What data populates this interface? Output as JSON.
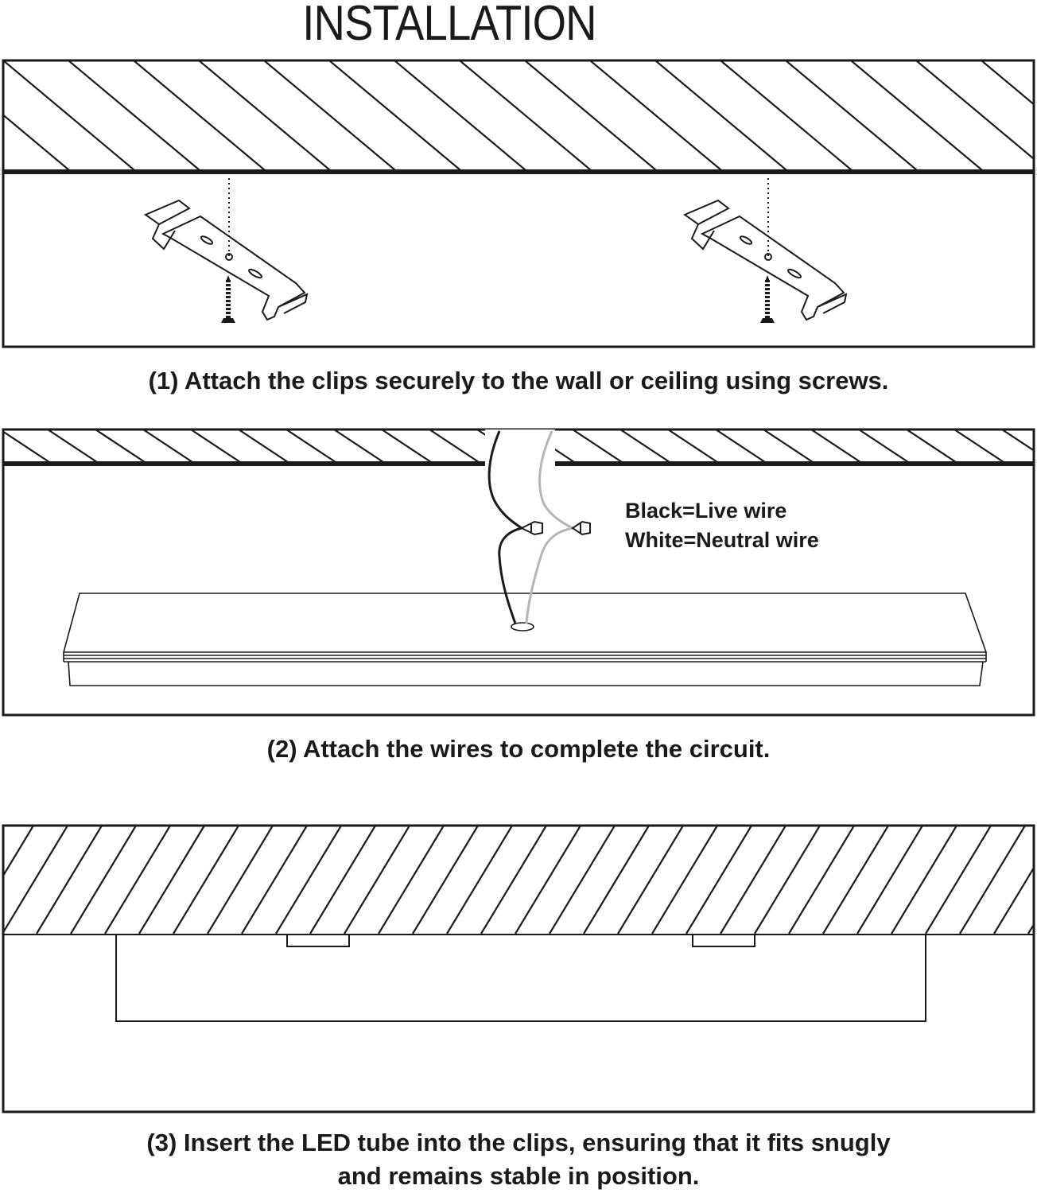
{
  "title": "INSTALLATION",
  "steps": [
    {
      "caption": "(1) Attach the clips securely to the wall or ceiling using screws."
    },
    {
      "caption": "(2) Attach the wires to complete the circuit.",
      "labels": {
        "black": "Black=Live wire",
        "white": "White=Neutral wire"
      }
    },
    {
      "caption_line1": "(3) Insert the LED tube into the clips, ensuring that it fits snugly",
      "caption_line2": "and remains stable in position."
    }
  ],
  "colors": {
    "ink": "#1a1a1a",
    "neutral_wire": "#b5b5b5"
  }
}
